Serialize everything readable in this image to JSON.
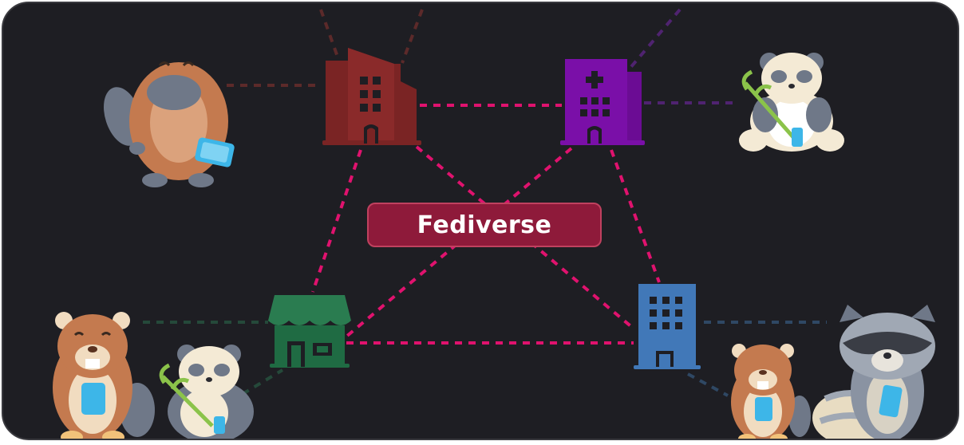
{
  "center_label": "Fediverse",
  "colors": {
    "background": "#1e1e23",
    "frame_border": "#3a3a3f",
    "federation_link": "#e0126e",
    "badge_fill": "#8e1a3a",
    "badge_border": "#c0415f",
    "server_brown": "#7a2424",
    "server_purple": "#7a0fa8",
    "server_green": "#1f6b43",
    "server_blue": "#4178b8"
  },
  "servers": [
    {
      "name": "server-brown",
      "icon": "office-building-icon",
      "color": "#7a2424"
    },
    {
      "name": "server-purple",
      "icon": "hospital-icon",
      "color": "#7a0fa8"
    },
    {
      "name": "server-green",
      "icon": "shop-icon",
      "color": "#1f6b43"
    },
    {
      "name": "server-blue",
      "icon": "apartment-building-icon",
      "color": "#4178b8"
    }
  ],
  "users": [
    {
      "icon": "platypus-icon",
      "server": "server-brown"
    },
    {
      "icon": "panda-icon",
      "server": "server-purple"
    },
    {
      "icon": "beaver-icon",
      "server": "server-green"
    },
    {
      "icon": "panda-icon",
      "server": "server-green"
    },
    {
      "icon": "beaver-icon",
      "server": "server-blue"
    },
    {
      "icon": "raccoon-icon",
      "server": "server-blue"
    }
  ]
}
